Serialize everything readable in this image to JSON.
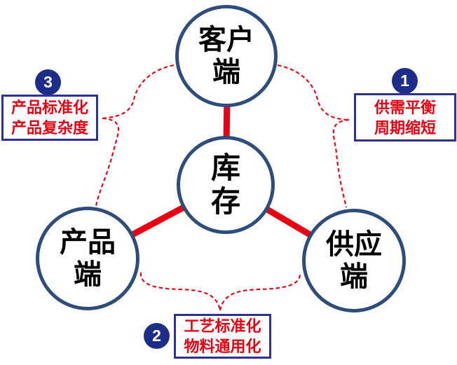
{
  "colors": {
    "connector_red": "#e60012",
    "circle_stroke": "#2e4d7b",
    "badge_blue": "#1f2d8a",
    "callout_border": "#2e3192",
    "callout_text_red": "#e60012"
  },
  "nodes": {
    "top": {
      "label": "客户\n端"
    },
    "center": {
      "label": "库\n存"
    },
    "left": {
      "label": "产品\n端"
    },
    "right": {
      "label": "供应\n端"
    }
  },
  "callouts": {
    "one": {
      "number": "1",
      "label": "供需平衡\n周期缩短"
    },
    "two": {
      "number": "2",
      "label": "工艺标准化\n物料通用化"
    },
    "three": {
      "number": "3",
      "label": "产品标准化\n产品复杂度"
    }
  }
}
